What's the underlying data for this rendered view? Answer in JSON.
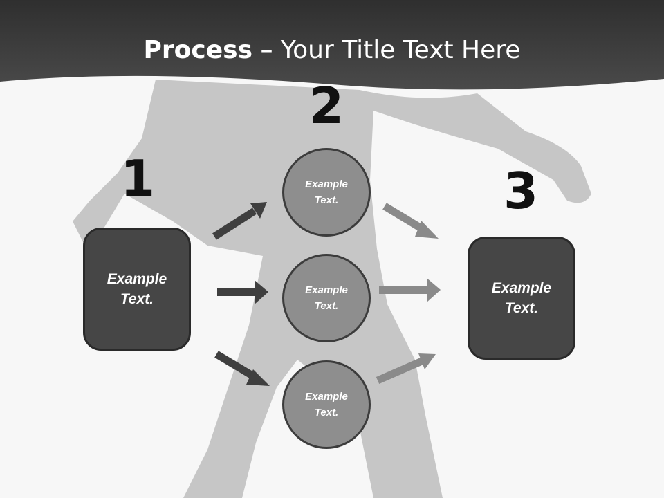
{
  "title": {
    "bold": "Process",
    "rest": " – Your Title Text Here"
  },
  "steps": [
    {
      "number": "1",
      "box_line1": "Example",
      "box_line2": "Text."
    },
    {
      "number": "2",
      "circles": [
        {
          "line1": "Example",
          "line2": "Text."
        },
        {
          "line1": "Example",
          "line2": "Text."
        },
        {
          "line1": "Example",
          "line2": "Text."
        }
      ]
    },
    {
      "number": "3",
      "box_line1": "Example",
      "box_line2": "Text."
    }
  ],
  "colors": {
    "header": "#3b3b3b",
    "box": "#464646",
    "circle": "#8e8e8e",
    "dark_arrow": "#3f3f3f",
    "light_arrow": "#8a8a8a",
    "silhouette": "#c4c4c4"
  }
}
